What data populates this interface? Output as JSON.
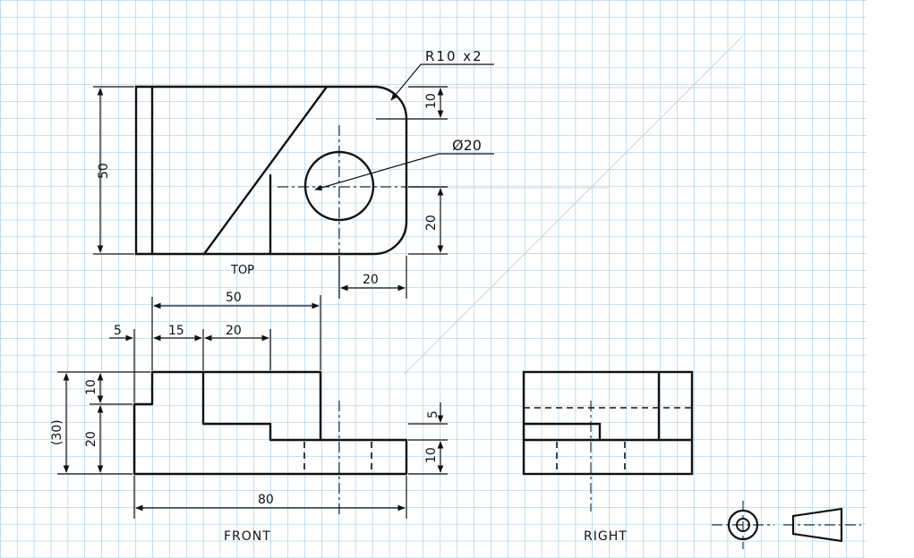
{
  "labels": {
    "radius_note": "R10 x2",
    "diameter_note": "Ø20",
    "top_view": "TOP",
    "front_view": "FRONT",
    "right_view": "RIGHT"
  },
  "dimensions": {
    "top_height": "50",
    "top_corner": "10",
    "top_hole_offset_y": "20",
    "top_hole_offset_x": "20",
    "front_50": "50",
    "front_5": "5",
    "front_15": "15",
    "front_20": "20",
    "front_10_top": "10",
    "front_20_left": "20",
    "front_30_ref": "(30)",
    "front_5_right": "5",
    "front_10_right": "10",
    "front_80": "80"
  },
  "colors": {
    "grid": "#8fc4e6",
    "ink": "#111111"
  },
  "icons": [
    "projection-symbol"
  ]
}
